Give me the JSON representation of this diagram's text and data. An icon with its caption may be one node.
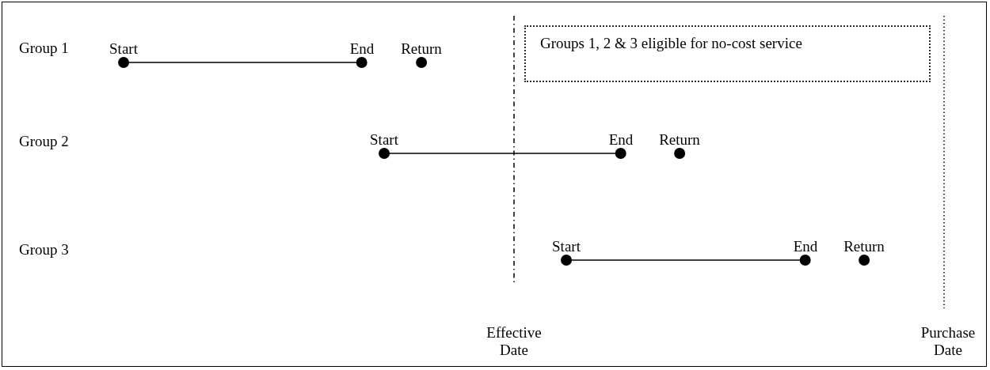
{
  "diagram": {
    "nodes": [
      {
        "text": [
          "Start"
        ]
      },
      {
        "text": [
          "End"
        ]
      },
      {
        "text": [
          "Return"
        ]
      },
      {
        "text": [
          "Start"
        ]
      },
      {
        "text": [
          "End"
        ]
      },
      {
        "text": [
          "Return"
        ]
      },
      {
        "text": [
          "Start"
        ]
      },
      {
        "text": [
          "End"
        ]
      },
      {
        "text": [
          "Return"
        ]
      },
      {
        "text": [
          "Groups 1, 2 & 3 eligible for no-cost service"
        ]
      }
    ],
    "edges": [
      {
        "from": 0,
        "to": 1,
        "arrow": "none"
      },
      {
        "from": 3,
        "to": 4,
        "arrow": "none"
      },
      {
        "from": 6,
        "to": 7,
        "arrow": "none"
      }
    ],
    "labels": [
      "Group 1",
      "Group 2",
      "Group 3",
      "Effective Date",
      "Purchase Date"
    ]
  }
}
